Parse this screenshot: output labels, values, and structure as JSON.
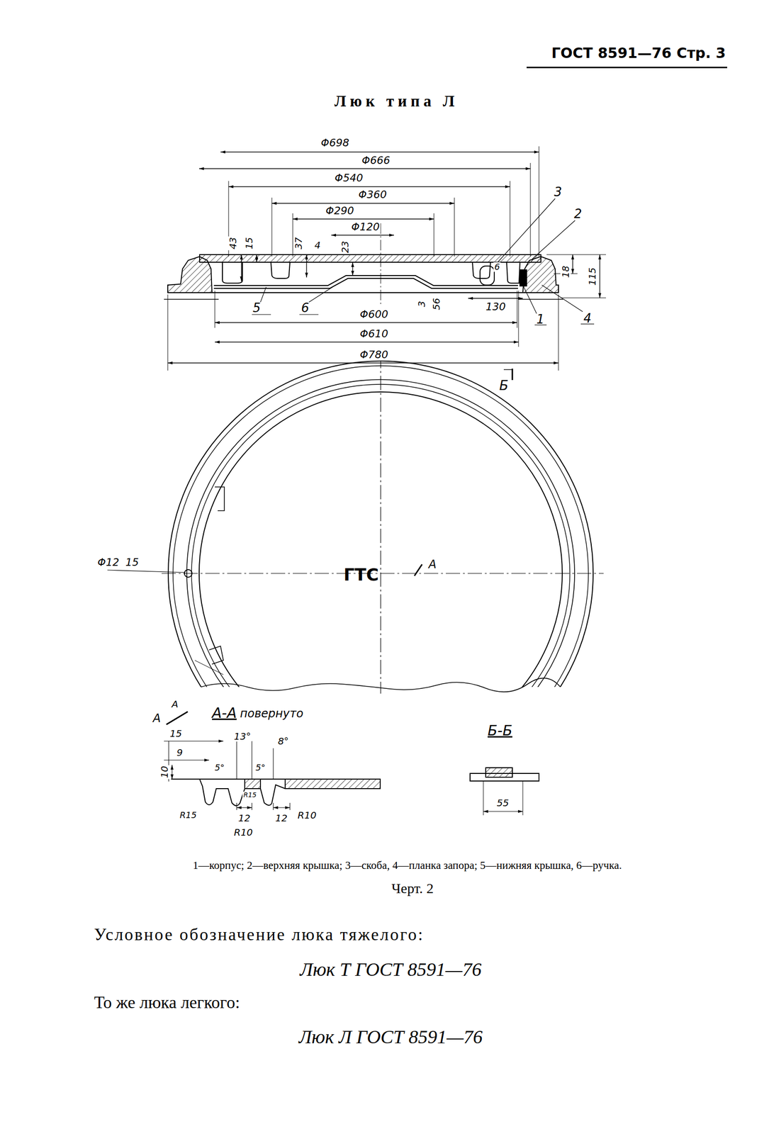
{
  "diagram": {
    "title": "Люк типа Л",
    "caption": "Черт. 2",
    "labels": [
      "ГОСТ 8591—76 Стр. 3",
      "Φ698",
      "Φ666",
      "Φ540",
      "Φ360",
      "Φ290",
      "Φ120",
      "43",
      "15",
      "37",
      "4",
      "23",
      "6",
      "3",
      "2",
      "18",
      "115",
      "5",
      "6",
      "3",
      "56",
      "130",
      "1",
      "4",
      "Φ600",
      "Φ610",
      "Φ780",
      "Б",
      "Φ12",
      "15",
      "ГТС",
      "А",
      "А",
      "А",
      "А-А",
      "повернуто",
      "15",
      "9",
      "13°",
      "5°",
      "5°",
      "8°",
      "10",
      "R15",
      "R15",
      "12",
      "12",
      "R10",
      "R10",
      "Б-Б",
      "55",
      "1—корпус; 2—верхняя крышка; 3—скоба, 4—планка запора; 5—нижняя крышка, 6—ручка.",
      "Условное обозначение люка тяжелого:",
      "Люк Т ГОСТ 8591—76",
      "То же люка легкого:",
      "Люк Л ГОСТ 8591—76"
    ]
  }
}
